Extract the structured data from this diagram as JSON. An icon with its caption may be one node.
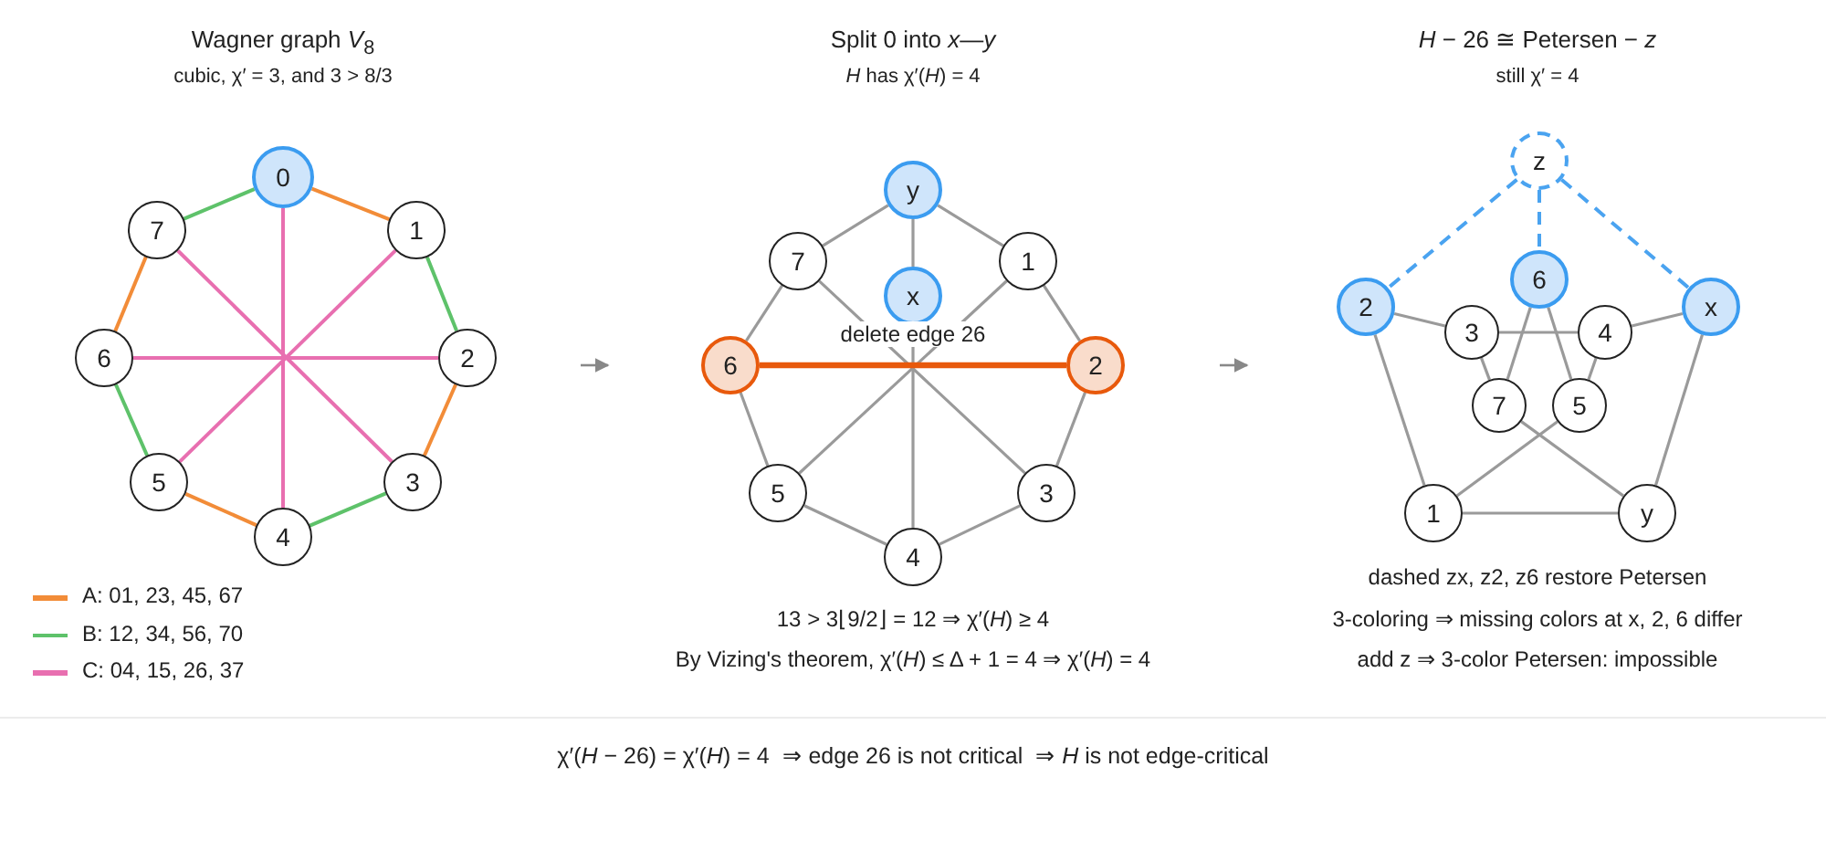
{
  "diagram": {
    "nodes": [
      {
        "text": [
          "0"
        ]
      },
      {
        "text": [
          "1"
        ]
      },
      {
        "text": [
          "2"
        ]
      },
      {
        "text": [
          "3"
        ]
      },
      {
        "text": [
          "4"
        ]
      },
      {
        "text": [
          "5"
        ]
      },
      {
        "text": [
          "6"
        ]
      },
      {
        "text": [
          "7"
        ]
      },
      {
        "text": [
          "y"
        ]
      },
      {
        "text": [
          "7"
        ]
      },
      {
        "text": [
          "1"
        ]
      },
      {
        "text": [
          "x"
        ]
      },
      {
        "text": [
          "6"
        ]
      },
      {
        "text": [
          "2"
        ]
      },
      {
        "text": [
          "5"
        ]
      },
      {
        "text": [
          "3"
        ]
      },
      {
        "text": [
          "4"
        ]
      },
      {
        "text": [
          "z"
        ]
      },
      {
        "text": [
          "6"
        ]
      },
      {
        "text": [
          "2"
        ]
      },
      {
        "text": [
          "x"
        ]
      },
      {
        "text": [
          "3"
        ]
      },
      {
        "text": [
          "4"
        ]
      },
      {
        "text": [
          "7"
        ]
      },
      {
        "text": [
          "5"
        ]
      },
      {
        "text": [
          "1"
        ]
      },
      {
        "text": [
          "y"
        ]
      }
    ],
    "edges": [
      {
        "from": 0,
        "to": 1,
        "arrow": "none",
        "color": "#f28c38"
      },
      {
        "from": 1,
        "to": 2,
        "arrow": "none",
        "color": "#5ec26a"
      },
      {
        "from": 2,
        "to": 3,
        "arrow": "none",
        "color": "#f28c38"
      },
      {
        "from": 3,
        "to": 4,
        "arrow": "none",
        "color": "#5ec26a"
      },
      {
        "from": 4,
        "to": 5,
        "arrow": "none",
        "color": "#f28c38"
      },
      {
        "from": 5,
        "to": 6,
        "arrow": "none",
        "color": "#5ec26a"
      },
      {
        "from": 6,
        "to": 7,
        "arrow": "none",
        "color": "#f28c38"
      },
      {
        "from": 7,
        "to": 0,
        "arrow": "none",
        "color": "#5ec26a"
      },
      {
        "from": 0,
        "to": 4,
        "arrow": "none",
        "color": "#e86fb0"
      },
      {
        "from": 1,
        "to": 5,
        "arrow": "none",
        "color": "#e86fb0"
      },
      {
        "from": 2,
        "to": 6,
        "arrow": "none",
        "color": "#e86fb0"
      },
      {
        "from": 3,
        "to": 7,
        "arrow": "none",
        "color": "#e86fb0"
      },
      {
        "from": 8,
        "to": 9,
        "arrow": "none"
      },
      {
        "from": 8,
        "to": 10,
        "arrow": "none"
      },
      {
        "from": 8,
        "to": 11,
        "arrow": "none"
      },
      {
        "from": 9,
        "to": 12,
        "arrow": "none"
      },
      {
        "from": 10,
        "to": 13,
        "arrow": "none"
      },
      {
        "from": 12,
        "to": 14,
        "arrow": "none"
      },
      {
        "from": 13,
        "to": 15,
        "arrow": "none"
      },
      {
        "from": 14,
        "to": 16,
        "arrow": "none"
      },
      {
        "from": 15,
        "to": 16,
        "arrow": "none"
      },
      {
        "from": 11,
        "to": 16,
        "arrow": "none"
      },
      {
        "from": 9,
        "to": 15,
        "arrow": "none"
      },
      {
        "from": 10,
        "to": 14,
        "arrow": "none"
      },
      {
        "from": 12,
        "to": 13,
        "arrow": "none",
        "label": "delete edge 26",
        "style": "thick",
        "color": "#e8590c"
      },
      {
        "from": 17,
        "to": 19,
        "arrow": "none",
        "style": "dashed",
        "color": "#4aa3f0"
      },
      {
        "from": 17,
        "to": 18,
        "arrow": "none",
        "style": "dashed",
        "color": "#4aa3f0"
      },
      {
        "from": 17,
        "to": 20,
        "arrow": "none",
        "style": "dashed",
        "color": "#4aa3f0"
      },
      {
        "from": 19,
        "to": 21,
        "arrow": "none"
      },
      {
        "from": 21,
        "to": 22,
        "arrow": "none"
      },
      {
        "from": 22,
        "to": 20,
        "arrow": "none"
      },
      {
        "from": 19,
        "to": 25,
        "arrow": "none"
      },
      {
        "from": 20,
        "to": 26,
        "arrow": "none"
      },
      {
        "from": 25,
        "to": 26,
        "arrow": "none"
      },
      {
        "from": 18,
        "to": 23,
        "arrow": "none"
      },
      {
        "from": 18,
        "to": 24,
        "arrow": "none"
      },
      {
        "from": 21,
        "to": 23,
        "arrow": "none"
      },
      {
        "from": 22,
        "to": 24,
        "arrow": "none"
      },
      {
        "from": 23,
        "to": 26,
        "arrow": "none"
      },
      {
        "from": 24,
        "to": 25,
        "arrow": "none"
      }
    ],
    "labels": [
      "Wagner graph *V*$_{8}$",
      "Split 0 into *x*—*y*",
      "*H* − 26 ≅ Petersen − *z*",
      "cubic, χ′ = 3, and 3 > 8/3",
      "*H* has χ′(*H*) = 4",
      "still χ′ = 4",
      "dashed zx, z2, z6 restore Petersen",
      "13 > 3⌊9/2⌋ = 12 ⇒ χ′(*H*) ≥ 4",
      "3-coloring ⇒ missing colors at x, 2, 6 differ",
      "By Vizing's theorem, χ′(*H*) ≤ Δ + 1 = 4 ⇒ χ′(*H*) = 4",
      "add z ⇒ 3-color Petersen: impossible",
      "χ′(*H* − 26) = χ′(*H*) = 4  ⇒ edge 26 is not critical  ⇒ *H* is not edge-critical"
    ],
    "legend": [
      {
        "text": "A: 01, 23, 45, 67",
        "color": "#f28c38"
      },
      {
        "text": "B: 12, 34, 56, 70",
        "color": "#5ec26a"
      },
      {
        "text": "C: 04, 15, 26, 37",
        "color": "#e86fb0"
      }
    ]
  }
}
